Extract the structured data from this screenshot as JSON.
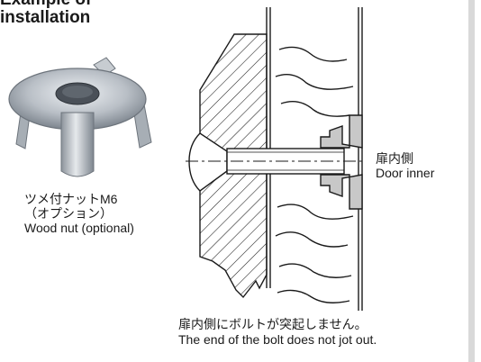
{
  "heading": {
    "line1": "Example of",
    "line2": "installation"
  },
  "nut_caption": {
    "line1": "ツメ付ナットM6",
    "line2": "（オプション）",
    "line3": "Wood nut (optional)"
  },
  "door_label": {
    "line1": "扉内側",
    "line2": "Door inner"
  },
  "bottom_note": {
    "line1": "扉内側にボルトが突起しません。",
    "line2": "The end of the bolt does not jot out."
  },
  "colors": {
    "line": "#1a1a1a",
    "nut_metal": "#b9bfc6",
    "nut_shadow": "#7d858e",
    "bracket_fill": "#c8c8c8",
    "side_rule": "#d9d9d9"
  }
}
